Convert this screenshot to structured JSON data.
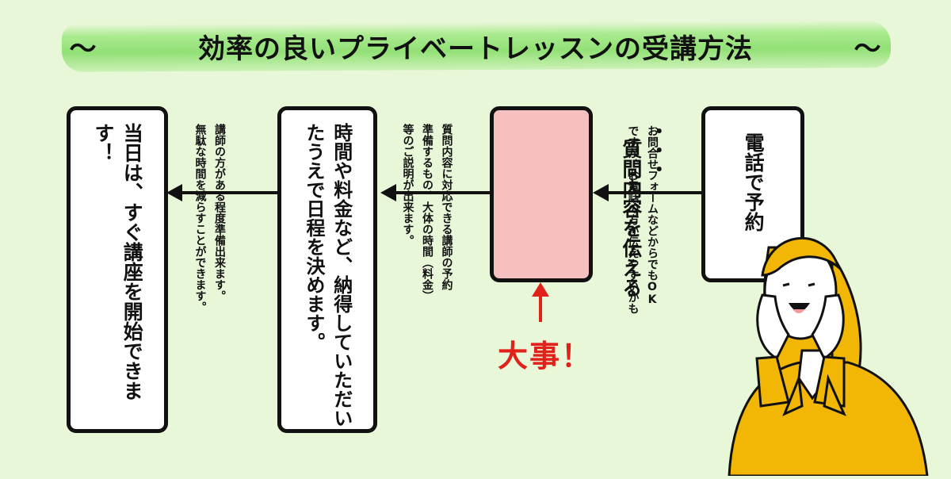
{
  "title": {
    "left_tilde": "〜",
    "text": "効率の良いプライベートレッスンの受講方法",
    "right_tilde": "〜"
  },
  "steps": {
    "step1": "電話で予約",
    "note1": "お問合せフォームなどからでもOK\nですが、お電話の方が伝えやすいかも",
    "step2_dots": "・・・",
    "step2": "質問内容を伝える",
    "note2": "質問内容に対応できる講師の予約\n準備するもの、大体の時間（料金）\n等のご説明が出来ます。",
    "step3": "時間や料金など、納得していただい\nたうえで日程を決めます。",
    "note3": "講師の方がある程度準備出来ます。\n無駄な時間を減らすことができます。",
    "step4": "当日は、すぐ講座を開始できます！"
  },
  "callout": {
    "text": "大事！",
    "color": "#e0221b"
  },
  "colors": {
    "background": "#e9f7d9",
    "highlight_box": "#f7c0c0",
    "title_band": "#8edc6a",
    "person_suit": "#f2b705"
  },
  "illustration": {
    "subject": "woman-with-hands-on-cheeks"
  }
}
